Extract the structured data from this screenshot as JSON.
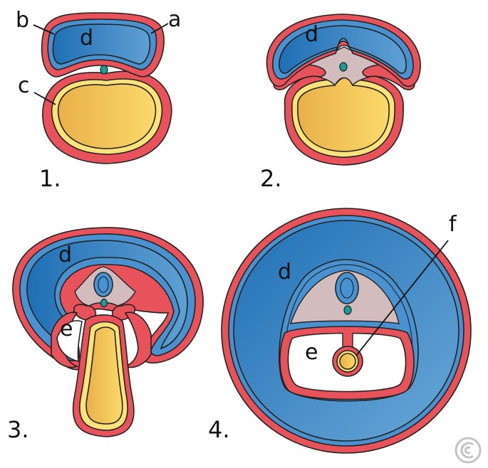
{
  "labels": {
    "a": "a",
    "b": "b",
    "c": "c",
    "d": "d",
    "e": "e",
    "f": "f"
  },
  "stages": [
    "1.",
    "2.",
    "3.",
    "4."
  ],
  "colors": {
    "amnion_blue": "#2f7fc4",
    "ectoderm_red": "#e8525a",
    "yolk_yellow": "#f2c14e",
    "mesenchyme_pink": "#d2bcbe",
    "notochord_teal": "#1f9b8f"
  },
  "icons": {
    "logo": "copyright-style-logo-icon"
  }
}
